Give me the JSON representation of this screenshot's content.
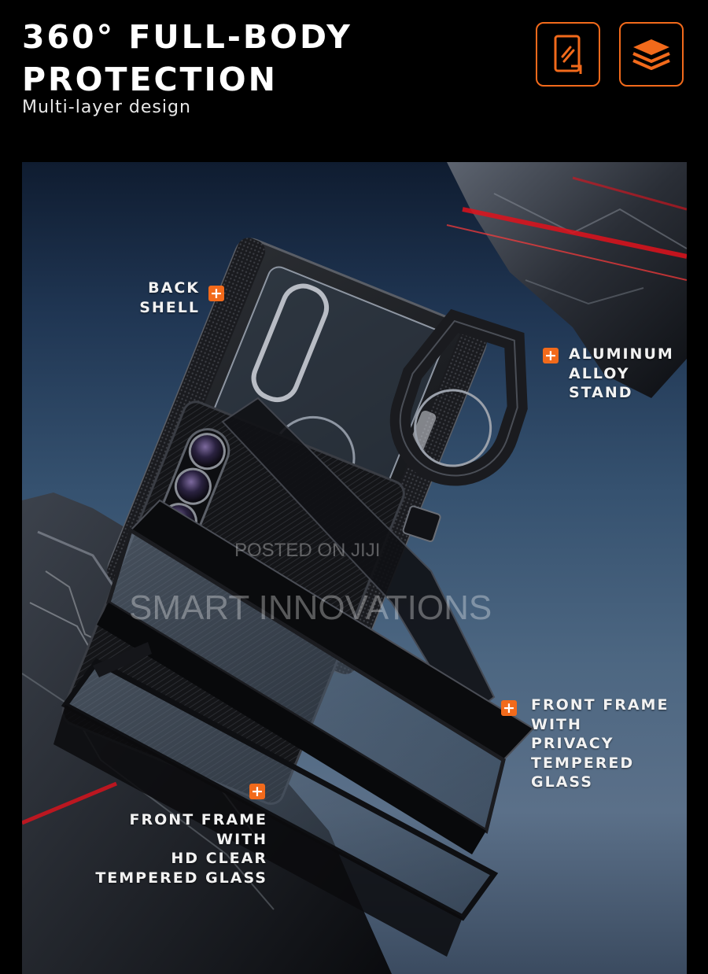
{
  "header": {
    "title_line1": "360° FULL-BODY",
    "title_line2": "PROTECTION",
    "subtitle": "Multi-layer design"
  },
  "badges": [
    {
      "icon": "tempered-glass-icon"
    },
    {
      "icon": "layers-icon"
    }
  ],
  "callouts": {
    "back_shell": [
      "BACK",
      "SHELL"
    ],
    "aluminum_stand": [
      "ALUMINUM",
      "ALLOY",
      "STAND"
    ],
    "front_frame_privacy": [
      "FRONT FRAME",
      "WITH",
      "PRIVACY",
      "TEMPERED",
      "GLASS"
    ],
    "front_frame_hd": [
      "FRONT FRAME",
      "WITH",
      "HD CLEAR",
      "TEMPERED GLASS"
    ]
  },
  "watermark": {
    "line1": "POSTED ON JIJI",
    "line2": "SMART INNOVATIONS"
  },
  "colors": {
    "accent": "#f26a1b",
    "background": "#000000",
    "laser_red": "#e0121c"
  }
}
